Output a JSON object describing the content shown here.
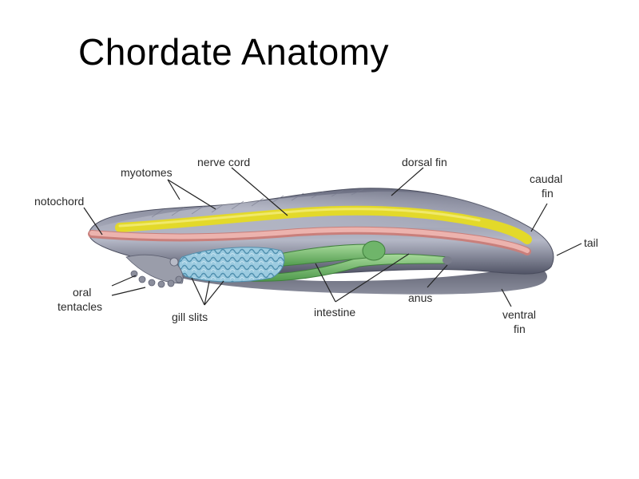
{
  "title": "Chordate Anatomy",
  "labels": {
    "myotomes": "myotomes",
    "nerve_cord": "nerve cord",
    "dorsal_fin": "dorsal fin",
    "caudal_fin_line1": "caudal",
    "caudal_fin_line2": "fin",
    "notochord": "notochord",
    "tail": "tail",
    "oral_line1": "oral",
    "oral_line2": "tentacles",
    "gill_slits": "gill slits",
    "intestine": "intestine",
    "anus": "anus",
    "ventral_fin_line1": "ventral",
    "ventral_fin_line2": "fin"
  },
  "colors": {
    "body_dark": "#55586a",
    "body_light": "#b8bccb",
    "nerve_cord": "#e3d92a",
    "notochord": "#e8a7a3",
    "intestine": "#7fc07a",
    "gill": "#8fc3dc",
    "label": "#2a2a2a"
  }
}
